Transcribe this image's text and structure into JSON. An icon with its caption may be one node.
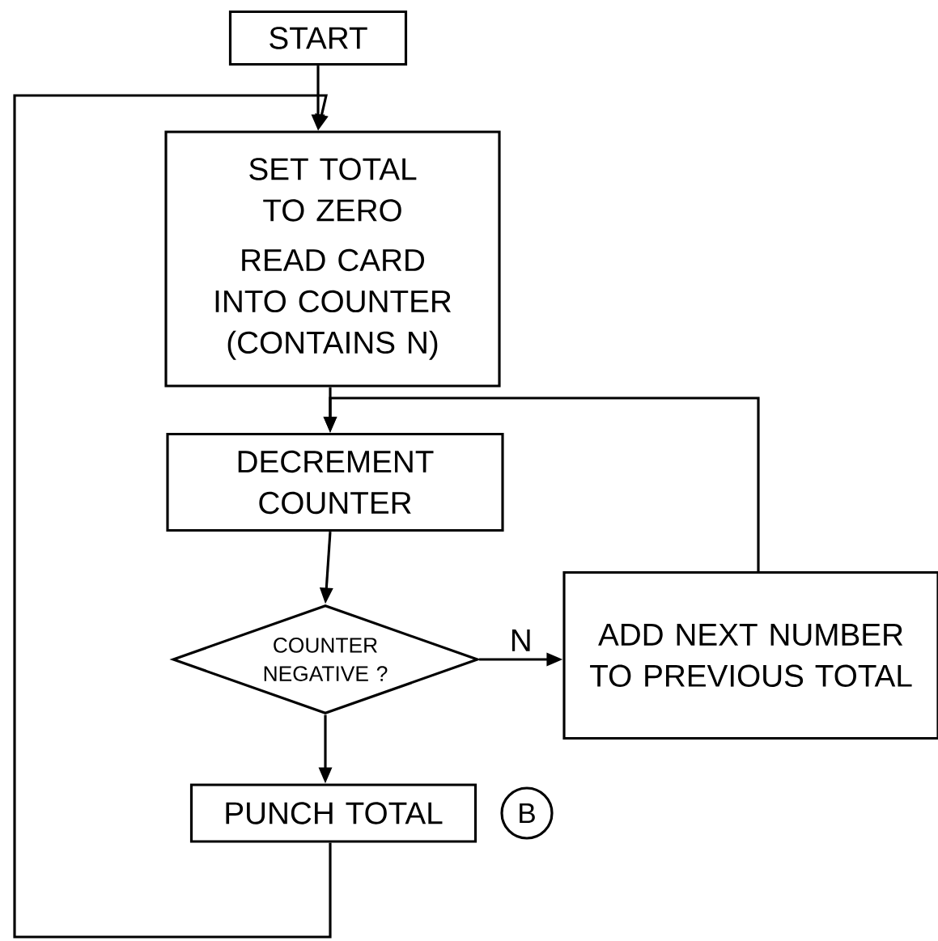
{
  "diagram": {
    "nodes": [
      {
        "text": [
          "START"
        ]
      },
      {
        "text": [
          "SET TOTAL TO ZERO",
          "READ CARD INTO COUNTER (CONTAINS N)"
        ]
      },
      {
        "text": [
          "DECREMENT COUNTER"
        ]
      },
      {
        "text": [
          "COUNTER NEGATIVE ?"
        ]
      },
      {
        "text": [
          "ADD NEXT NUMBER TO PREVIOUS TOTAL"
        ]
      },
      {
        "text": [
          "PUNCH TOTAL"
        ]
      },
      {
        "text": [
          "B"
        ]
      }
    ],
    "edges": [
      {
        "from": 0,
        "to": 1,
        "arrow": "to"
      },
      {
        "from": 5,
        "to": 1,
        "arrow": "to"
      },
      {
        "from": 1,
        "to": 2,
        "arrow": "to"
      },
      {
        "from": 2,
        "to": 3,
        "arrow": "to"
      },
      {
        "from": 3,
        "to": 4,
        "arrow": "to",
        "label": "N"
      },
      {
        "from": 4,
        "to": 2,
        "arrow": "to"
      },
      {
        "from": 3,
        "to": 5,
        "arrow": "to"
      }
    ]
  }
}
